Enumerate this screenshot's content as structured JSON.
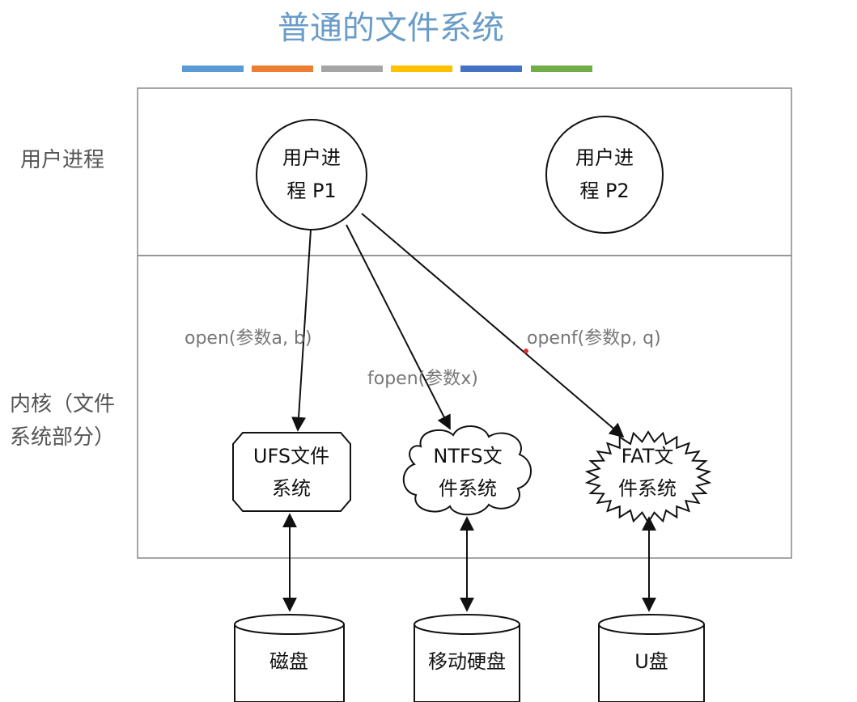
{
  "title": "普通的文件系统",
  "colors": {
    "title": "#6a9cc8",
    "bars": [
      "#5b9bd5",
      "#ed7d31",
      "#a5a5a5",
      "#ffc000",
      "#4472c4",
      "#70ad47"
    ]
  },
  "labels": {
    "user_process": "用户进程",
    "kernel_line1": "内核（文件",
    "kernel_line2": "系统部分）"
  },
  "processes": [
    {
      "line1": "用户进",
      "line2": "程 P1"
    },
    {
      "line1": "用户进",
      "line2": "程 P2"
    }
  ],
  "filesystems": [
    {
      "line1": "UFS文件",
      "line2": "系统"
    },
    {
      "line1": "NTFS文",
      "line2": "件系统"
    },
    {
      "line1": "FAT文",
      "line2": "件系统"
    }
  ],
  "calls": [
    "open(参数a, b)",
    "fopen(参数x)",
    "openf(参数p, q)"
  ],
  "disks": [
    "磁盘",
    "移动硬盘",
    "U盘"
  ]
}
